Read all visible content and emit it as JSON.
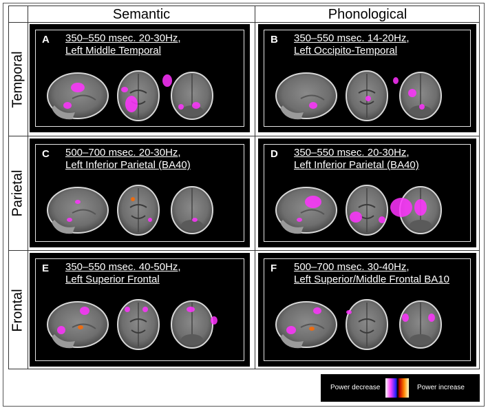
{
  "columns": [
    "Semantic",
    "Phonological"
  ],
  "rows": [
    "Temporal",
    "Parietal",
    "Frontal"
  ],
  "panels": [
    {
      "letter": "A",
      "line1": "350–550 msec. 20-30Hz,",
      "line2": "Left Middle Temporal"
    },
    {
      "letter": "B",
      "line1": "350–550 msec. 14-20Hz,",
      "line2": "Left Occipito-Temporal"
    },
    {
      "letter": "C",
      "line1": "500–700 msec. 20-30Hz,",
      "line2": "Left Inferior Parietal (BA40)"
    },
    {
      "letter": "D",
      "line1": "350–550 msec. 20-30Hz,",
      "line2": "Left Inferior Parietal (BA40)"
    },
    {
      "letter": "E",
      "line1": "350–550 msec. 40-50Hz,",
      "line2": "Left Superior Frontal"
    },
    {
      "letter": "F",
      "line1": "500–700 msec. 30-40Hz,",
      "line2": "Left Superior/Middle Frontal BA10"
    }
  ],
  "legend": {
    "left_label": "Power decrease",
    "right_label": "Power increase"
  },
  "colors": {
    "decrease": "#ff33ff",
    "increase": "#ff6a00"
  }
}
